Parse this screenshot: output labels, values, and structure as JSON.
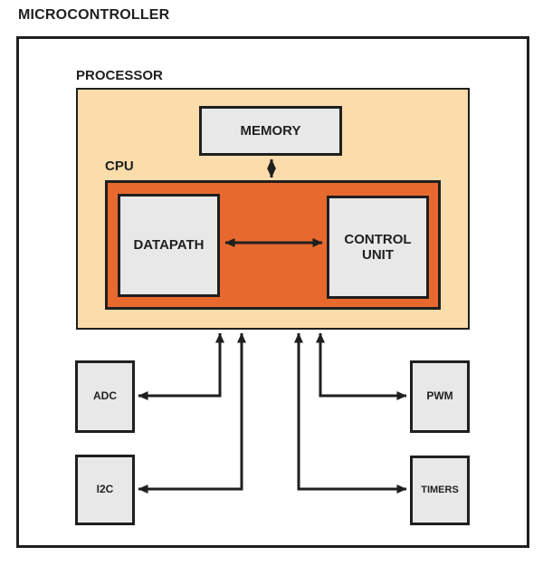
{
  "title": "MICROCONTROLLER",
  "processor": {
    "label": "PROCESSOR",
    "memory": {
      "label": "MEMORY"
    },
    "cpu": {
      "label": "CPU",
      "datapath": {
        "label": "DATAPATH"
      },
      "control_unit": {
        "label": "CONTROL UNIT"
      }
    }
  },
  "peripherals": {
    "adc": {
      "label": "ADC"
    },
    "i2c": {
      "label": "I2C"
    },
    "pwm": {
      "label": "PWM"
    },
    "timers": {
      "label": "TIMERS"
    }
  },
  "connections": [
    {
      "from": "MEMORY",
      "to": "CPU",
      "type": "bidirectional-arrow"
    },
    {
      "from": "DATAPATH",
      "to": "CONTROL UNIT",
      "type": "bidirectional-arrow"
    },
    {
      "from": "PROCESSOR",
      "to": "ADC",
      "type": "bidirectional-elbow-arrow"
    },
    {
      "from": "PROCESSOR",
      "to": "I2C",
      "type": "bidirectional-elbow-arrow"
    },
    {
      "from": "PROCESSOR",
      "to": "PWM",
      "type": "bidirectional-elbow-arrow"
    },
    {
      "from": "PROCESSOR",
      "to": "TIMERS",
      "type": "bidirectional-elbow-arrow"
    }
  ],
  "colors": {
    "background": "#FFFFFF",
    "processor_fill": "#FBDCAB",
    "cpu_fill": "#E8692E",
    "module_fill": "#E8E8E8",
    "line_and_border": "#1F1F1F",
    "text": "#1F1F1F"
  }
}
